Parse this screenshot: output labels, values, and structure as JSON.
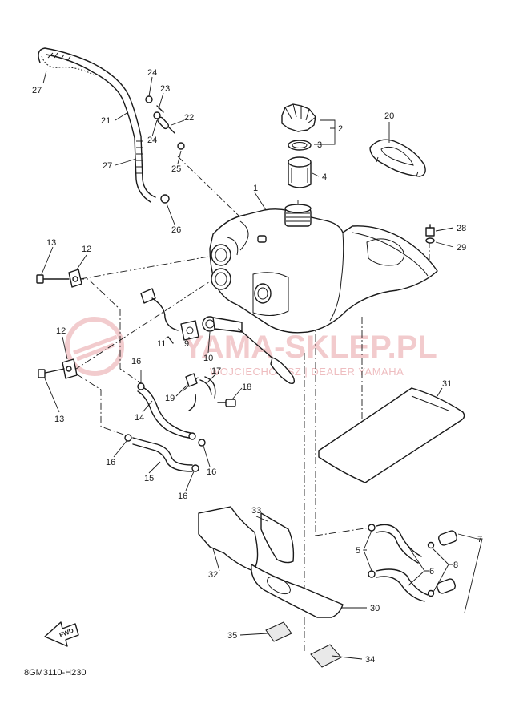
{
  "diagram_code": "8GM3110-H230",
  "fwd_label": "FWD",
  "watermark": {
    "title": "YAMA-SKLEP.PL",
    "subtitle": "WOJCIECHOWSZ | DEALER YAMAHA"
  },
  "callouts": {
    "c1": "1",
    "c2": "2",
    "c3": "3",
    "c4": "4",
    "c5": "5",
    "c6": "6",
    "c7": "7",
    "c8": "8",
    "c9": "9",
    "c10": "10",
    "c11": "11",
    "c12a": "12",
    "c12b": "12",
    "c13a": "13",
    "c13b": "13",
    "c14": "14",
    "c15": "15",
    "c16a": "16",
    "c16b": "16",
    "c16c": "16",
    "c16d": "16",
    "c17": "17",
    "c18": "18",
    "c19": "19",
    "c20": "20",
    "c21": "21",
    "c22": "22",
    "c23": "23",
    "c24a": "24",
    "c24b": "24",
    "c25": "25",
    "c26": "26",
    "c27a": "27",
    "c27b": "27",
    "c28": "28",
    "c29": "29",
    "c30": "30",
    "c31": "31",
    "c32": "32",
    "c33": "33",
    "c34": "34",
    "c35": "35"
  }
}
